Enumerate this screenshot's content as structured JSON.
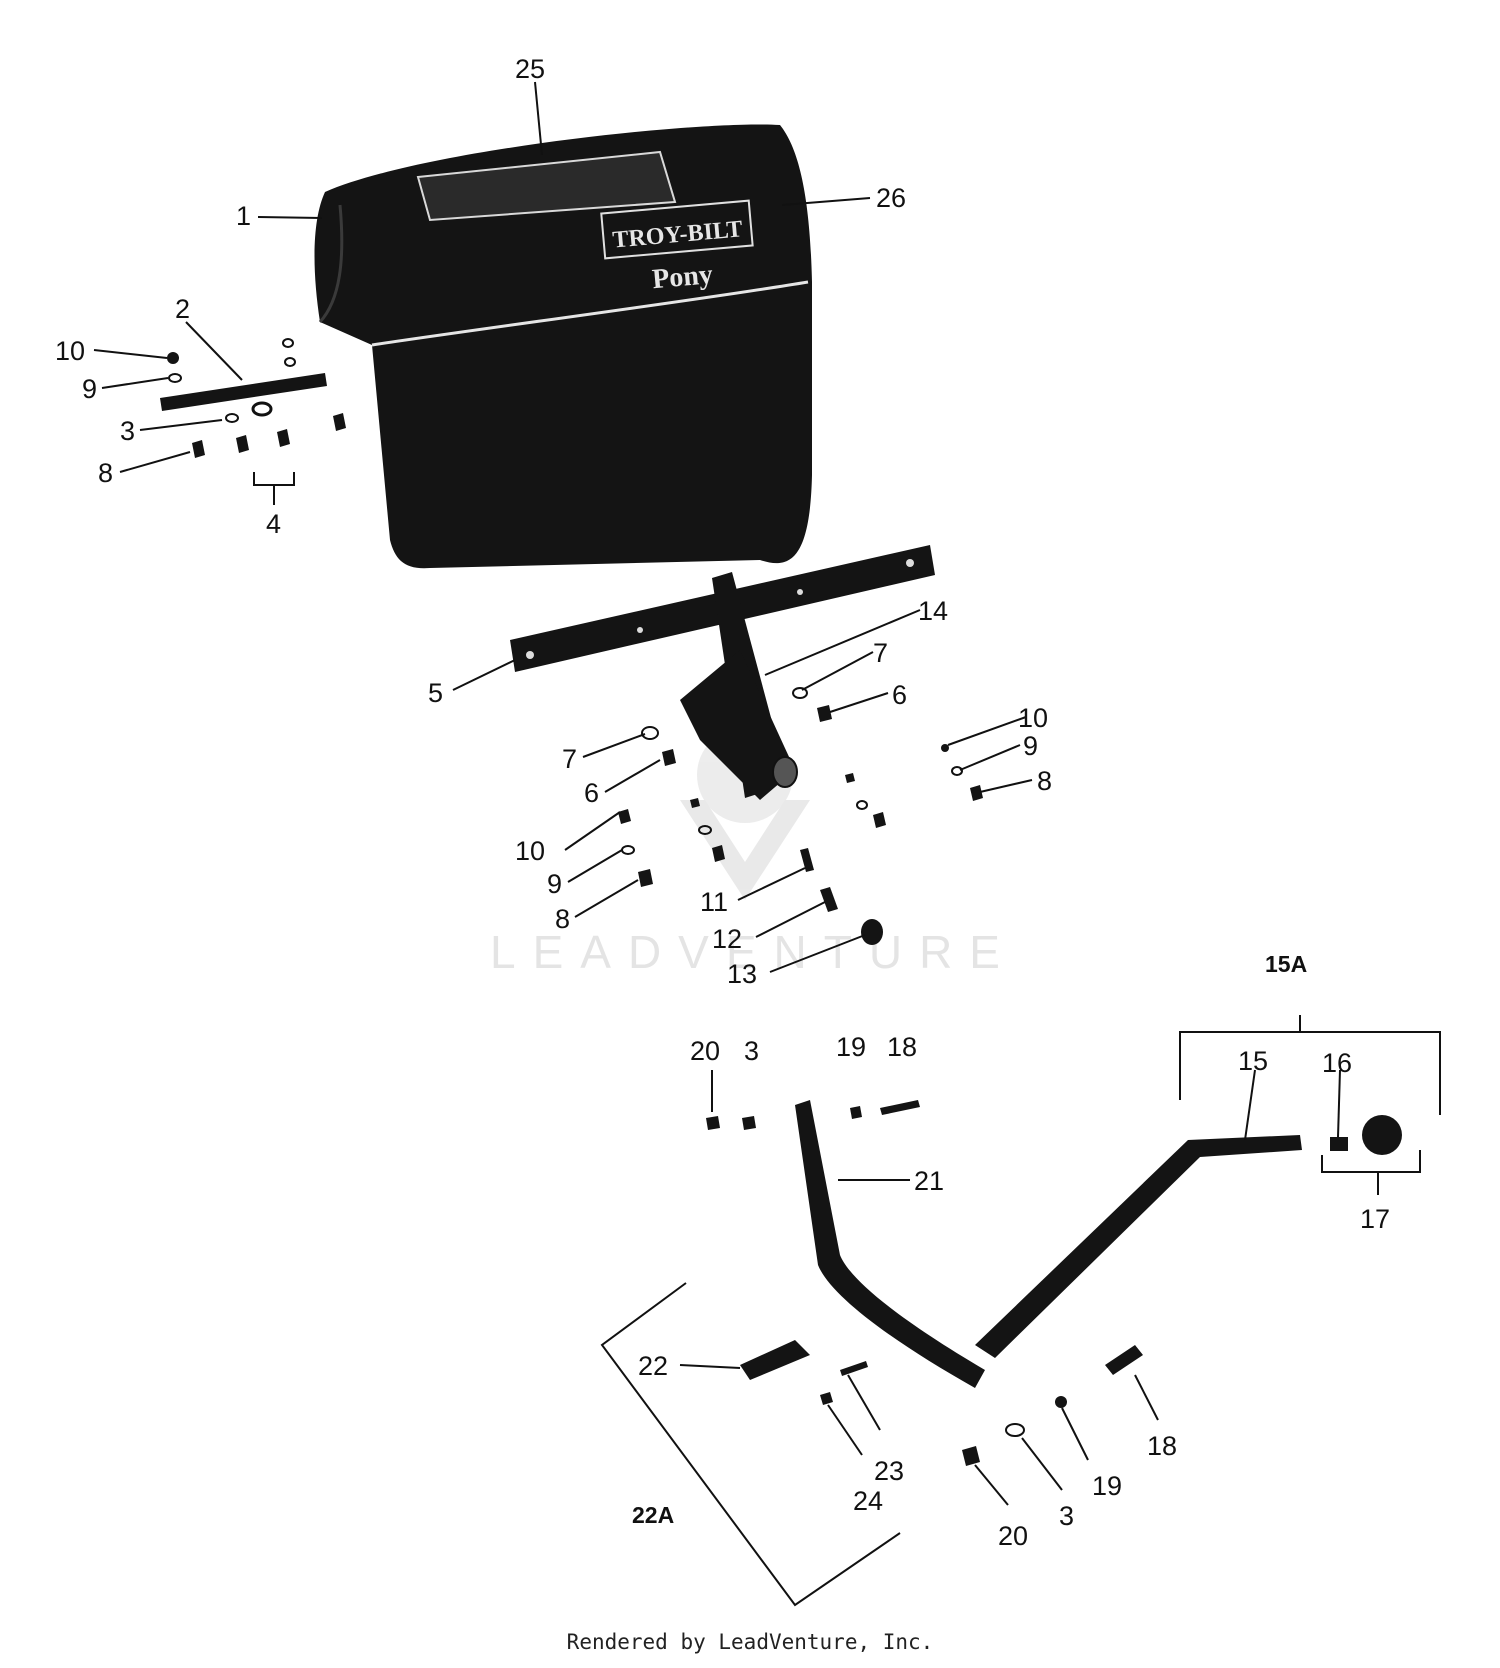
{
  "brand": {
    "logo": "TROY-BILT",
    "model": "Pony"
  },
  "watermark": "LEADVENTURE",
  "credit": "Rendered by LeadVenture, Inc.",
  "callouts": {
    "c1": "1",
    "c2": "2",
    "c3a": "3",
    "c3b": "3",
    "c3c": "3",
    "c4": "4",
    "c5": "5",
    "c6a": "6",
    "c6b": "6",
    "c7a": "7",
    "c7b": "7",
    "c8a": "8",
    "c8b": "8",
    "c8c": "8",
    "c9a": "9",
    "c9b": "9",
    "c9c": "9",
    "c10a": "10",
    "c10b": "10",
    "c10c": "10",
    "c11": "11",
    "c12": "12",
    "c13": "13",
    "c14": "14",
    "c15": "15",
    "c15A": "15A",
    "c16": "16",
    "c17": "17",
    "c18a": "18",
    "c18b": "18",
    "c19a": "19",
    "c19b": "19",
    "c20a": "20",
    "c20b": "20",
    "c21": "21",
    "c22": "22",
    "c22A": "22A",
    "c23": "23",
    "c24": "24",
    "c25": "25",
    "c26": "26"
  }
}
